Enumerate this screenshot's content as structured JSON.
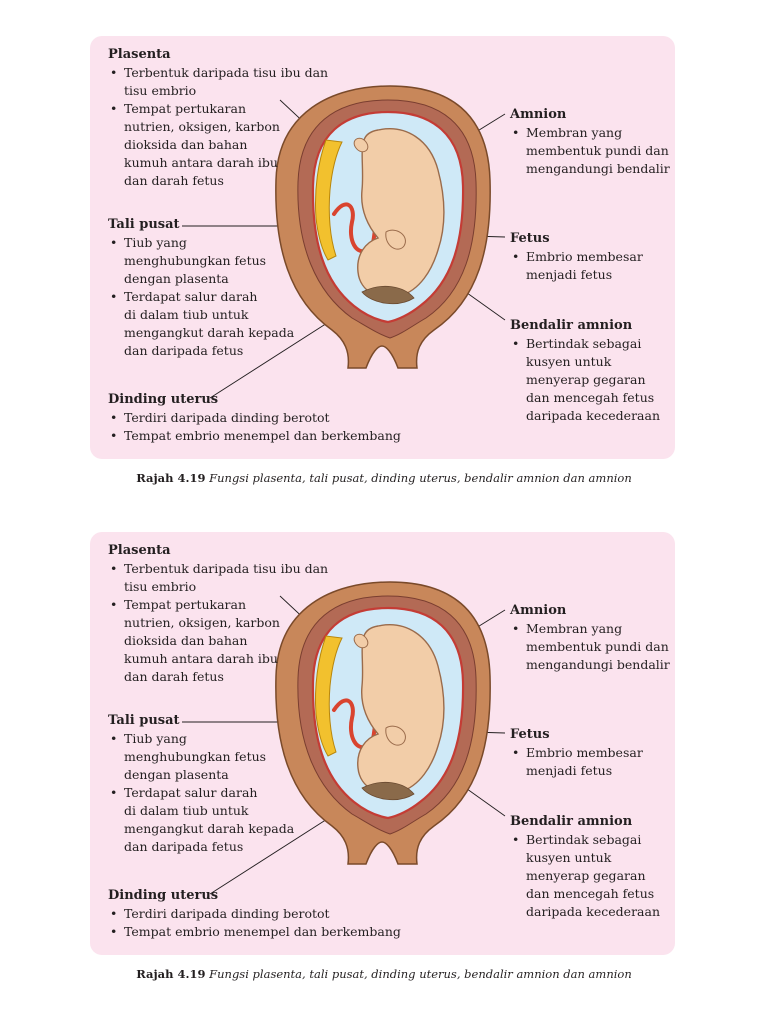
{
  "figures": [
    {
      "blocks": {
        "plasenta": {
          "heading": "Plasenta",
          "lines": [
            "• Terbentuk daripada tisu ibu dan",
            "tisu embrio",
            "• Tempat pertukaran",
            "nutrien, oksigen, karbon",
            "dioksida dan bahan",
            "kumuh antara darah ibu",
            "dan darah fetus"
          ]
        },
        "tali_pusat": {
          "heading": "Tali pusat",
          "lines": [
            "• Tiub yang",
            "menghubungkan fetus",
            "dengan plasenta",
            "• Terdapat salur darah",
            "di dalam tiub untuk",
            "mengangkut darah kepada",
            "dan daripada fetus"
          ]
        },
        "dinding_uterus": {
          "heading": "Dinding uterus",
          "lines": [
            "• Terdiri daripada dinding berotot",
            "• Tempat embrio menempel dan berkembang"
          ]
        },
        "amnion": {
          "heading": "Amnion",
          "lines": [
            "• Membran yang",
            "membentuk pundi dan",
            "mengandungi bendalir"
          ]
        },
        "fetus": {
          "heading": "Fetus",
          "lines": [
            "• Embrio membesar",
            "menjadi fetus"
          ]
        },
        "bendalir_amnion": {
          "heading": "Bendalir amnion",
          "lines": [
            "• Bertindak sebagai",
            "kusyen untuk",
            "menyerap gegaran",
            "dan mencegah fetus",
            "daripada kecederaan"
          ]
        }
      },
      "caption": {
        "number": "Rajah 4.19",
        "text": "Fungsi plasenta, tali pusat, dinding uterus, bendalir amnion dan amnion"
      }
    },
    {
      "blocks": {
        "plasenta": {
          "heading": "Plasenta",
          "lines": [
            "• Terbentuk daripada tisu ibu dan",
            "tisu embrio",
            "• Tempat pertukaran",
            "nutrien, oksigen, karbon",
            "dioksida dan bahan",
            "kumuh antara darah ibu",
            "dan darah fetus"
          ]
        },
        "tali_pusat": {
          "heading": "Tali pusat",
          "lines": [
            "• Tiub yang",
            "menghubungkan fetus",
            "dengan plasenta",
            "• Terdapat salur darah",
            "di dalam tiub untuk",
            "mengangkut darah kepada",
            "dan daripada fetus"
          ]
        },
        "dinding_uterus": {
          "heading": "Dinding uterus",
          "lines": [
            "• Terdiri daripada dinding berotot",
            "• Tempat embrio menempel dan berkembang"
          ]
        },
        "amnion": {
          "heading": "Amnion",
          "lines": [
            "• Membran yang",
            "membentuk pundi dan",
            "mengandungi bendalir"
          ]
        },
        "fetus": {
          "heading": "Fetus",
          "lines": [
            "• Embrio membesar",
            "menjadi fetus"
          ]
        },
        "bendalir_amnion": {
          "heading": "Bendalir amnion",
          "lines": [
            "• Bertindak sebagai",
            "kusyen untuk",
            "menyerap gegaran",
            "dan mencegah fetus",
            "daripada kecederaan"
          ]
        }
      },
      "caption": {
        "number": "Rajah 4.19",
        "text": "Fungsi plasenta, tali pusat, dinding uterus, bendalir amnion dan amnion"
      }
    }
  ],
  "colors": {
    "panel": "#fbe3ee",
    "uterus_wall": "#c8875a",
    "uterus_outline": "#7a4a2a",
    "muscle_band": "#b36a55",
    "amnion_membrane": "#c43c35",
    "amniotic_fluid": "#cfe9f7",
    "placenta": "#f2c12e",
    "umbilical_cord": "#d9442f",
    "fetus_skin": "#f2cda8",
    "fetus_outline": "#9a6b4b",
    "hair": "#8a6a4a"
  }
}
